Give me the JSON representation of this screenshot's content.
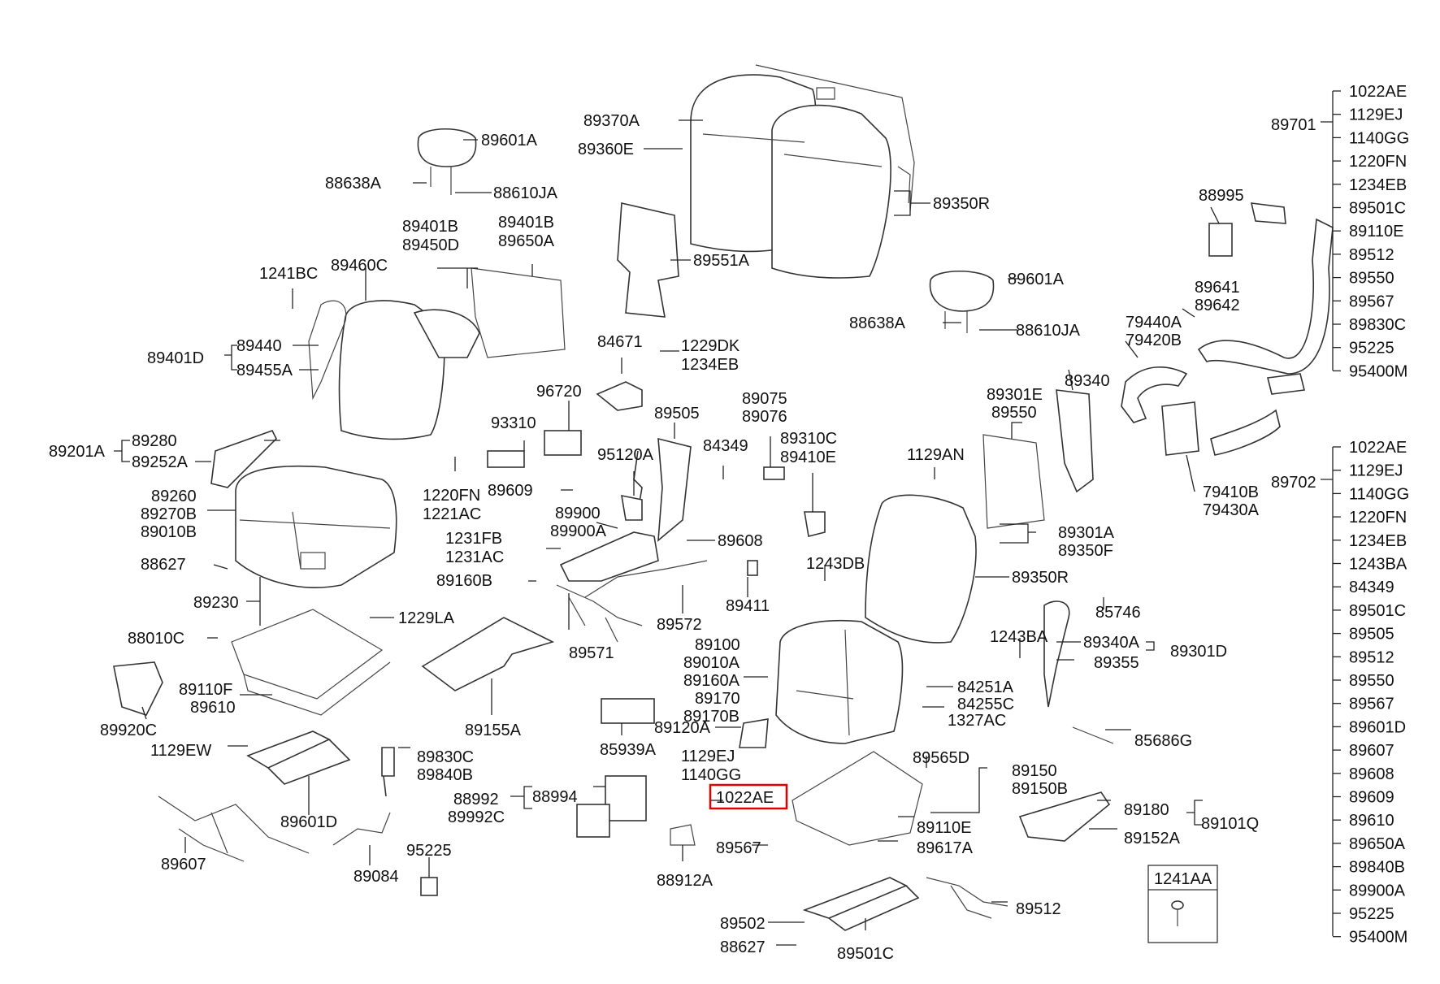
{
  "highlight": {
    "part": "1022AE",
    "color": "#e00000"
  },
  "labels": {
    "l0": "89601A",
    "l1": "88638A",
    "l2": "88610JA",
    "l3": "89370A",
    "l4": "89360E",
    "l5": "89350R",
    "l6": "89551A",
    "l7": "89401B",
    "l8": "89450D",
    "l9": "89401B",
    "l10": "89650A",
    "l11": "1241BC",
    "l12": "89460C",
    "l13": "89440",
    "l14": "89401D",
    "l15": "89455A",
    "l16": "89601A",
    "l17": "88638A",
    "l18": "88610JA",
    "l19": "84671",
    "l20": "1229DK",
    "l21": "1234EB",
    "l22": "96720",
    "l23": "93310",
    "l24": "89505",
    "l25": "89075",
    "l26": "89076",
    "l27": "84349",
    "l28": "89310C",
    "l29": "89410E",
    "l30": "95120A",
    "l31": "1220FN",
    "l32": "1221AC",
    "l33": "89609",
    "l34": "89280",
    "l35": "89201A",
    "l36": "89252A",
    "l37": "89260",
    "l38": "89270B",
    "l39": "89010B",
    "l40": "89900",
    "l41": "89900A",
    "l42": "1231FB",
    "l43": "1231AC",
    "l44": "89608",
    "l45": "88627",
    "l46": "89160B",
    "l47": "89411",
    "l48": "89230",
    "l49": "1229LA",
    "l50": "89572",
    "l51": "88010C",
    "l52": "89571",
    "l53": "89110F",
    "l54": "89610",
    "l55": "89920C",
    "l56": "89155A",
    "l57": "1129EW",
    "l58": "89830C",
    "l59": "89840B",
    "l60": "89601D",
    "l61": "89607",
    "l62": "89084",
    "l63": "95225",
    "l64": "88992",
    "l65": "89992C",
    "l66": "88994",
    "l67": "85939A",
    "l68": "89120A",
    "l69": "1129EJ",
    "l70": "1140GG",
    "l71": "1022AE",
    "l72": "89567",
    "l73": "88912A",
    "l74": "89100",
    "l75": "89010A",
    "l76": "89160A",
    "l77": "89170",
    "l78": "89170B",
    "l79": "89301E",
    "l80": "89550",
    "l81": "89340",
    "l82": "1129AN",
    "l83": "89301A",
    "l84": "89350F",
    "l85": "1243DB",
    "l86": "89350R",
    "l87": "85746",
    "l88": "1243BA",
    "l89": "89340A",
    "l90": "89355",
    "l91": "89301D",
    "l92": "84251A",
    "l93": "84255C",
    "l94": "1327AC",
    "l95": "85686G",
    "l96": "89565D",
    "l97": "89150",
    "l98": "89150B",
    "l99": "89110E",
    "l100": "89617A",
    "l101": "89180",
    "l102": "89152A",
    "l103": "89101Q",
    "l104": "89512",
    "l105": "89502",
    "l106": "88627",
    "l107": "89501C",
    "l108": "88995",
    "l109": "89641",
    "l110": "89642",
    "l111": "79440A",
    "l112": "79420B",
    "l113": "79410B",
    "l114": "79430A",
    "l115": "89701",
    "l116": "89702",
    "l117": "1241AA"
  },
  "list_89701": [
    "1022AE",
    "1129EJ",
    "1140GG",
    "1220FN",
    "1234EB",
    "89501C",
    "89110E",
    "89512",
    "89550",
    "89567",
    "89830C",
    "95225",
    "95400M"
  ],
  "list_89702": [
    "1022AE",
    "1129EJ",
    "1140GG",
    "1220FN",
    "1234EB",
    "1243BA",
    "84349",
    "89501C",
    "89505",
    "89512",
    "89550",
    "89567",
    "89601D",
    "89607",
    "89608",
    "89609",
    "89610",
    "89650A",
    "89840B",
    "89900A",
    "95225",
    "95400M"
  ]
}
